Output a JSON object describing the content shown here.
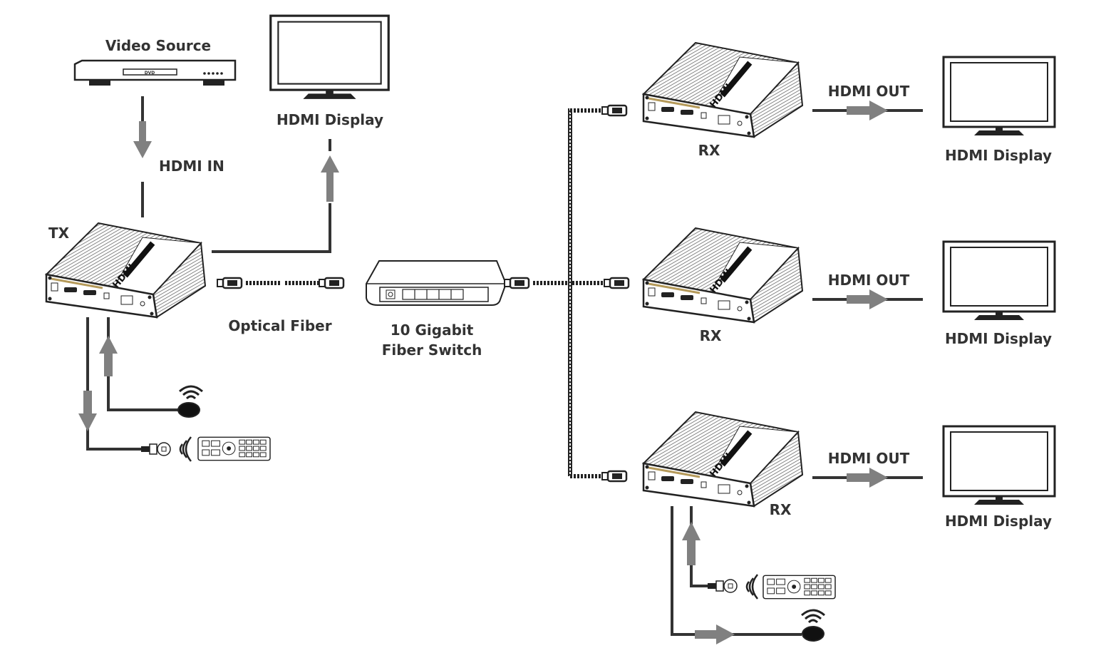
{
  "labels": {
    "video_source": "Video Source",
    "hdmi_display_top": "HDMI Display",
    "hdmi_in": "HDMI IN",
    "tx": "TX",
    "optical_fiber": "Optical Fiber",
    "switch_line1": "10 Gigabit",
    "switch_line2": "Fiber Switch",
    "rx": [
      "RX",
      "RX",
      "RX"
    ],
    "hdmi_out": [
      "HDMI OUT",
      "HDMI OUT",
      "HDMI OUT"
    ],
    "hdmi_display": [
      "HDMI Display",
      "HDMI Display",
      "HDMI Display"
    ]
  },
  "device_logo": "HDMI",
  "dvd_label": "DVD",
  "colors": {
    "line": "#333333",
    "arrow": "#808080",
    "text": "#333333"
  }
}
